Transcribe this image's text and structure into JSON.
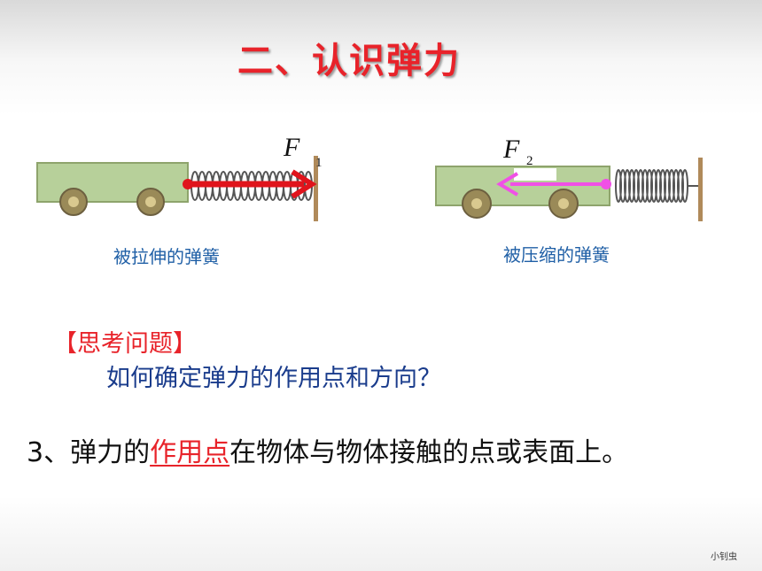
{
  "title": "二、认识弹力",
  "figure1": {
    "force_symbol": "F",
    "force_subscript": "1",
    "caption": "被拉伸的弹簧"
  },
  "figure2": {
    "force_symbol": "F",
    "force_subscript": "2",
    "caption": "被压缩的弹簧"
  },
  "think_label": "【思考问题】",
  "question": "如何确定弹力的作用点和方向？",
  "point": {
    "prefix": "3、弹力的",
    "highlight": "作用点",
    "suffix": "在物体与物体接触的点或表面上。"
  },
  "watermark": "小钊虫",
  "colors": {
    "title": "#e8232a",
    "caption": "#1f5fa6",
    "arrow1": "#e0141c",
    "arrow2": "#f050e6",
    "cart": "#b7d09a"
  }
}
